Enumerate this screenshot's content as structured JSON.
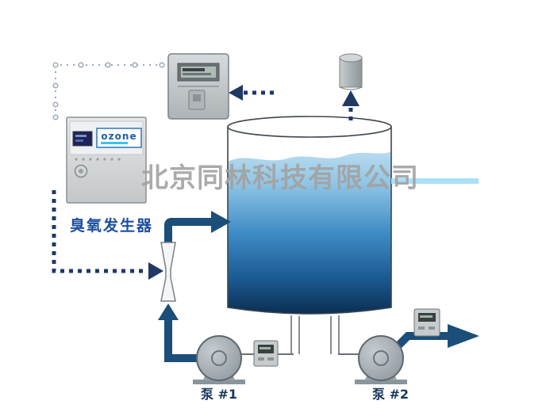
{
  "watermark": "北京同林科技有限公司",
  "devices": {
    "ozone_generator": {
      "label": "臭氧发生器",
      "brand": "ozone"
    },
    "pump1": {
      "label": "泵 #1"
    },
    "pump2": {
      "label": "泵 #2"
    }
  },
  "colors": {
    "pipe_navy": "#1b4e79",
    "dotted_navy": "#1f3864",
    "dotted_gray": "#9aa7b8",
    "water_top": "#b9dcef",
    "water_upper": "#8fc5e5",
    "water_mid": "#3f8cc6",
    "water_deep": "#1b5a92",
    "water_bottom": "#0b2f52",
    "label_blue": "#1d4fa0",
    "pump_label_navy": "#17375e",
    "watermark_gray": "#a2a2a2",
    "accent_light_blue": "#a9e1f7",
    "ozone_brand_blue": "#1f5fae"
  }
}
